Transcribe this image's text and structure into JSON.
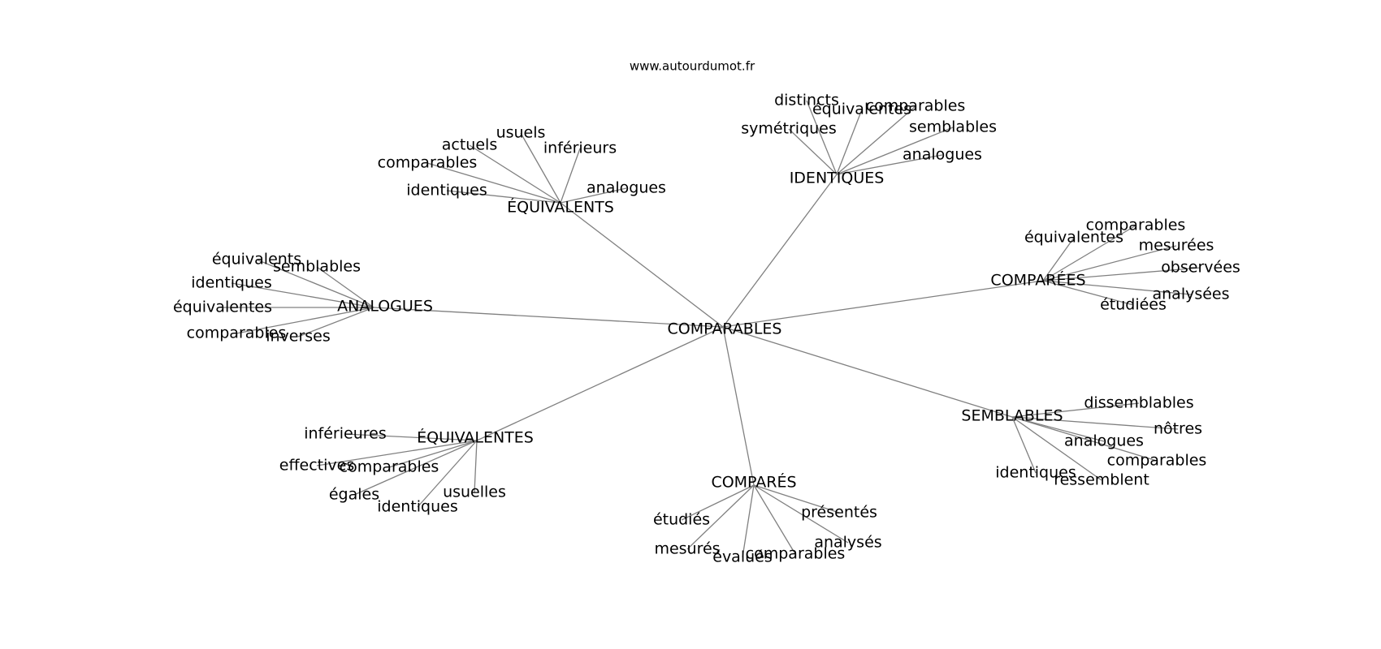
{
  "source": "www.autourdumot.fr",
  "center": "COMPARABLES",
  "colors": {
    "edge": "#808080",
    "text": "#000000",
    "background": "#ffffff"
  },
  "clusters": [
    {
      "id": "equivalents",
      "label": "ÉQUIVALENTS",
      "leaves": [
        "usuels",
        "actuels",
        "inférieurs",
        "comparables",
        "identiques",
        "analogues"
      ]
    },
    {
      "id": "identiques",
      "label": "IDENTIQUES",
      "leaves": [
        "distincts",
        "équivalentes",
        "comparables",
        "symétriques",
        "semblables",
        "analogues"
      ]
    },
    {
      "id": "analogues",
      "label": "ANALOGUES",
      "leaves": [
        "équivalents",
        "semblables",
        "identiques",
        "équivalentes",
        "comparables",
        "inverses"
      ]
    },
    {
      "id": "comparees",
      "label": "COMPARÉES",
      "leaves": [
        "comparables",
        "équivalentes",
        "mesurées",
        "observées",
        "analysées",
        "étudiées"
      ]
    },
    {
      "id": "semblables",
      "label": "SEMBLABLES",
      "leaves": [
        "dissemblables",
        "nôtres",
        "analogues",
        "comparables",
        "identiques",
        "ressemblent"
      ]
    },
    {
      "id": "equivalentes",
      "label": "ÉQUIVALENTES",
      "leaves": [
        "inférieures",
        "effectives",
        "comparables",
        "égales",
        "identiques",
        "usuelles"
      ]
    },
    {
      "id": "compares",
      "label": "COMPARÉS",
      "leaves": [
        "présentés",
        "étudiés",
        "analysés",
        "mesurés",
        "comparables",
        "évalués"
      ]
    }
  ]
}
